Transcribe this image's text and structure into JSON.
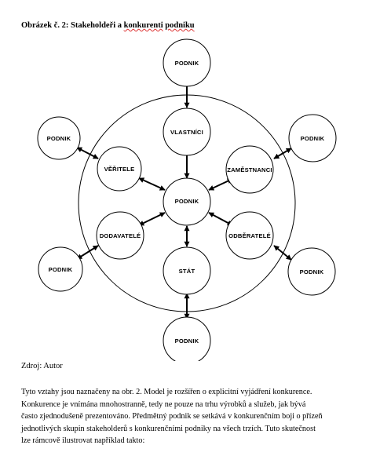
{
  "figure": {
    "caption_prefix": "Obrázek č. 2: Stakeholdeři a ",
    "caption_squiggle_1": "konkurenti",
    "caption_space": "  ",
    "caption_squiggle_2": "podniku",
    "nodes": {
      "center": "PODNIK",
      "owners": "VLASTNÍCI",
      "creditors": "VĚŘITELE",
      "employees": "ZAMĚSTNANCI",
      "suppliers": "DODAVATELÉ",
      "customers": "ODBĚRATELÉ",
      "state": "STÁT",
      "competitor_top": "PODNIK",
      "competitor_bottom": "PODNIK",
      "competitor_top_left": "PODNIK",
      "competitor_top_right": "PODNIK",
      "competitor_bottom_left": "PODNIK",
      "competitor_bottom_right": "PODNIK"
    }
  },
  "source": "Zdroj: Autor",
  "body_lines": [
    "Tyto vztahy jsou naznačeny na obr. 2. Model je rozšířen o explicitní vyjádření konkurence.",
    "Konkurence je vnímána mnohostranně, tedy ne pouze na trhu výrobků a služeb, jak bývá",
    "často zjednodušeně prezentováno. Předmětný podnik se setkává v konkurenčním boji o přízeň",
    "jednotlivých skupin stakeholderů s konkurenčními podniky na všech trzích. Tuto skutečnost",
    "lze rámcově ilustrovat například takto:"
  ]
}
